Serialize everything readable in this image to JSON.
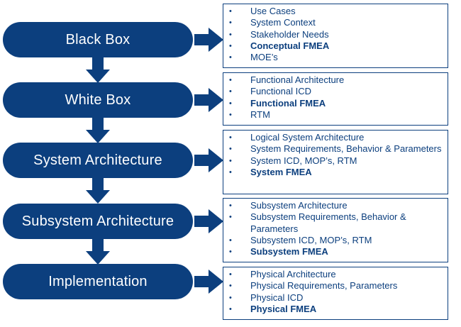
{
  "colors": {
    "primary": "#0c3f7e",
    "text_on_primary": "#ffffff"
  },
  "bullet_glyph": "•",
  "stages": [
    {
      "label": "Black Box",
      "items": [
        {
          "text": "Use Cases",
          "bold": false
        },
        {
          "text": "System Context",
          "bold": false
        },
        {
          "text": "Stakeholder Needs",
          "bold": false
        },
        {
          "text": "Conceptual FMEA",
          "bold": true
        },
        {
          "text": "MOE’s",
          "bold": false
        }
      ]
    },
    {
      "label": "White Box",
      "items": [
        {
          "text": "Functional Architecture",
          "bold": false
        },
        {
          "text": "Functional ICD",
          "bold": false
        },
        {
          "text": "Functional FMEA",
          "bold": true
        },
        {
          "text": "RTM",
          "bold": false
        }
      ]
    },
    {
      "label": "System Architecture",
      "items": [
        {
          "text": "Logical System Architecture",
          "bold": false
        },
        {
          "text": "System Requirements, Behavior & Parameters",
          "bold": false
        },
        {
          "text": "System ICD, MOP’s, RTM",
          "bold": false
        },
        {
          "text": "System FMEA",
          "bold": true
        }
      ]
    },
    {
      "label": "Subsystem Architecture",
      "items": [
        {
          "text": "Subsystem Architecture",
          "bold": false
        },
        {
          "text": "Subsystem Requirements, Behavior & Parameters",
          "bold": false
        },
        {
          "text": "Subsystem ICD, MOP’s, RTM",
          "bold": false
        },
        {
          "text": "Subsystem FMEA",
          "bold": true
        }
      ]
    },
    {
      "label": "Implementation",
      "items": [
        {
          "text": "Physical Architecture",
          "bold": false
        },
        {
          "text": "Physical Requirements, Parameters",
          "bold": false
        },
        {
          "text": "Physical ICD",
          "bold": false
        },
        {
          "text": "Physical FMEA",
          "bold": true
        }
      ]
    }
  ]
}
